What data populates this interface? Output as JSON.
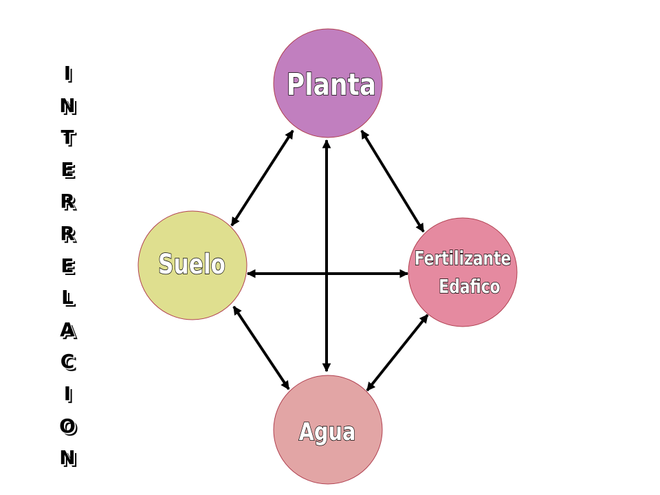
{
  "title_letters": [
    "I",
    "N",
    "T",
    "E",
    "R",
    "R",
    "E",
    "L",
    "A",
    "C",
    "I",
    "O",
    "N"
  ],
  "nodes": {
    "planta": {
      "label": "Planta",
      "color": "#c17fbf"
    },
    "suelo": {
      "label": "Suelo",
      "color": "#dfdf8f"
    },
    "fertilizante": {
      "line1": "Fertilizante",
      "line2": "Edafico",
      "color": "#e58aa0"
    },
    "agua": {
      "label": "Agua",
      "color": "#e2a5a5"
    }
  },
  "connections": [
    [
      "planta",
      "suelo"
    ],
    [
      "planta",
      "fertilizante"
    ],
    [
      "planta",
      "agua"
    ],
    [
      "suelo",
      "fertilizante"
    ],
    [
      "suelo",
      "agua"
    ],
    [
      "fertilizante",
      "agua"
    ]
  ]
}
